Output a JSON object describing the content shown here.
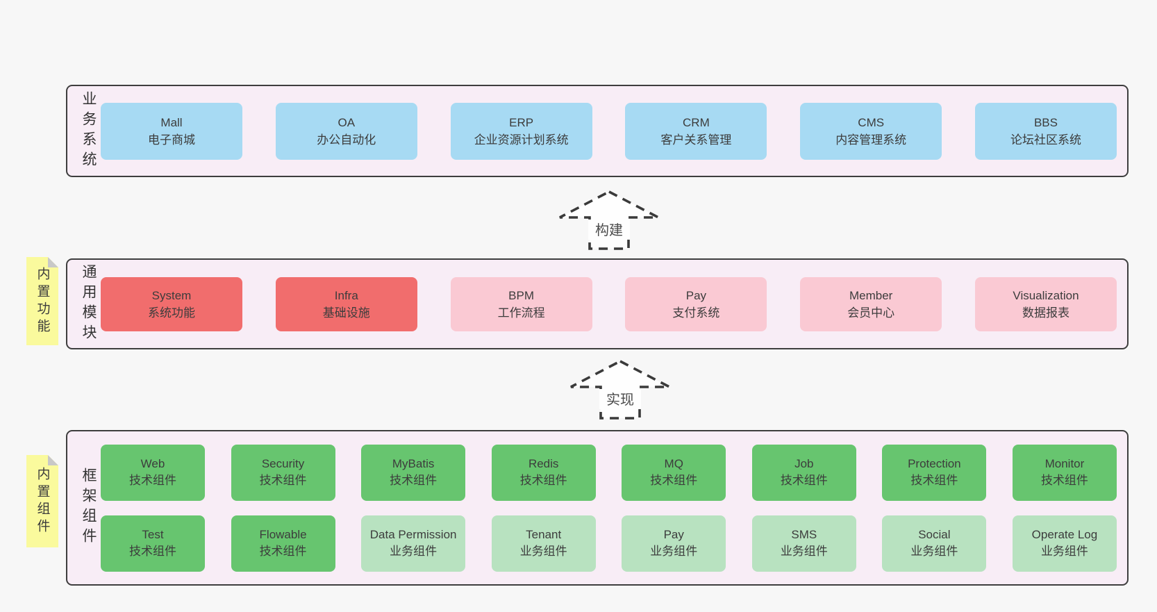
{
  "colors": {
    "page_bg": "#f7f7f7",
    "panel_bg": "#f8edf6",
    "panel_border": "#3e3e3e",
    "blue_box": "#a7daf3",
    "red_box": "#f16d6d",
    "pink_box": "#fac9d3",
    "green_box": "#67c56f",
    "light_green_box": "#b8e2c0",
    "note_bg": "#fafa9d",
    "note_fold": "#c8c8c8",
    "text": "#3c3c3c",
    "arrow_stroke": "#3a3a3a"
  },
  "layers": [
    {
      "label": "业务系统",
      "boxes": [
        {
          "name": "Mall",
          "desc": "电子商城",
          "variant": "blue"
        },
        {
          "name": "OA",
          "desc": "办公自动化",
          "variant": "blue"
        },
        {
          "name": "ERP",
          "desc": "企业资源计划系统",
          "variant": "blue"
        },
        {
          "name": "CRM",
          "desc": "客户关系管理",
          "variant": "blue"
        },
        {
          "name": "CMS",
          "desc": "内容管理系统",
          "variant": "blue"
        },
        {
          "name": "BBS",
          "desc": "论坛社区系统",
          "variant": "blue"
        }
      ]
    },
    {
      "label": "通用模块",
      "note": "内置功能",
      "boxes": [
        {
          "name": "System",
          "desc": "系统功能",
          "variant": "red"
        },
        {
          "name": "Infra",
          "desc": "基础设施",
          "variant": "red"
        },
        {
          "name": "BPM",
          "desc": "工作流程",
          "variant": "pink"
        },
        {
          "name": "Pay",
          "desc": "支付系统",
          "variant": "pink"
        },
        {
          "name": "Member",
          "desc": "会员中心",
          "variant": "pink"
        },
        {
          "name": "Visualization",
          "desc": "数据报表",
          "variant": "pink"
        }
      ]
    },
    {
      "label": "框架组件",
      "note": "内置组件",
      "rows": [
        [
          {
            "name": "Web",
            "desc": "技术组件",
            "variant": "green"
          },
          {
            "name": "Security",
            "desc": "技术组件",
            "variant": "green"
          },
          {
            "name": "MyBatis",
            "desc": "技术组件",
            "variant": "green"
          },
          {
            "name": "Redis",
            "desc": "技术组件",
            "variant": "green"
          },
          {
            "name": "MQ",
            "desc": "技术组件",
            "variant": "green"
          },
          {
            "name": "Job",
            "desc": "技术组件",
            "variant": "green"
          },
          {
            "name": "Protection",
            "desc": "技术组件",
            "variant": "green"
          },
          {
            "name": "Monitor",
            "desc": "技术组件",
            "variant": "green"
          }
        ],
        [
          {
            "name": "Test",
            "desc": "技术组件",
            "variant": "green"
          },
          {
            "name": "Flowable",
            "desc": "技术组件",
            "variant": "green"
          },
          {
            "name": "Data Permission",
            "desc": "业务组件",
            "variant": "light-green"
          },
          {
            "name": "Tenant",
            "desc": "业务组件",
            "variant": "light-green"
          },
          {
            "name": "Pay",
            "desc": "业务组件",
            "variant": "light-green"
          },
          {
            "name": "SMS",
            "desc": "业务组件",
            "variant": "light-green"
          },
          {
            "name": "Social",
            "desc": "业务组件",
            "variant": "light-green"
          },
          {
            "name": "Operate Log",
            "desc": "业务组件",
            "variant": "light-green"
          }
        ]
      ]
    }
  ],
  "arrows": [
    {
      "label": "构建"
    },
    {
      "label": "实现"
    }
  ]
}
